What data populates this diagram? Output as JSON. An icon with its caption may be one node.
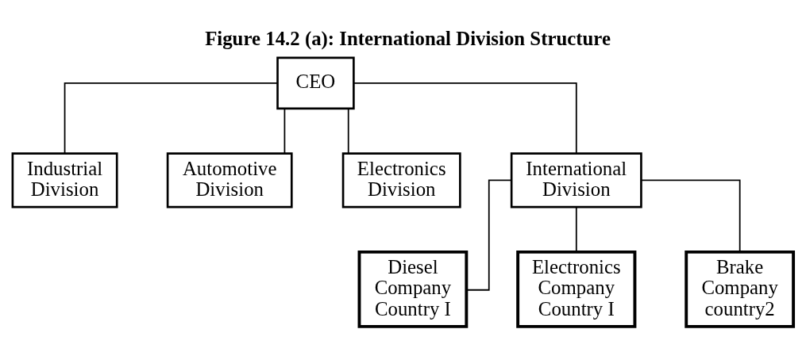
{
  "diagram": {
    "title": "Figure 14.2 (a): International Division Structure",
    "nodes": [
      {
        "text": [
          "CEO"
        ]
      },
      {
        "text": [
          "Industrial Division"
        ]
      },
      {
        "text": [
          "Automotive Division"
        ]
      },
      {
        "text": [
          "Electronics Division"
        ]
      },
      {
        "text": [
          "International Division"
        ]
      },
      {
        "text": [
          "Diesel Company Country I"
        ]
      },
      {
        "text": [
          "Electronics Company Country I"
        ]
      },
      {
        "text": [
          "Brake Company country2"
        ]
      }
    ],
    "edges": [
      {
        "from": 0,
        "to": 1,
        "arrow": "none"
      },
      {
        "from": 0,
        "to": 2,
        "arrow": "none"
      },
      {
        "from": 0,
        "to": 3,
        "arrow": "none"
      },
      {
        "from": 0,
        "to": 4,
        "arrow": "none"
      },
      {
        "from": 4,
        "to": 5,
        "arrow": "none"
      },
      {
        "from": 4,
        "to": 6,
        "arrow": "none"
      },
      {
        "from": 4,
        "to": 7,
        "arrow": "none"
      }
    ]
  }
}
